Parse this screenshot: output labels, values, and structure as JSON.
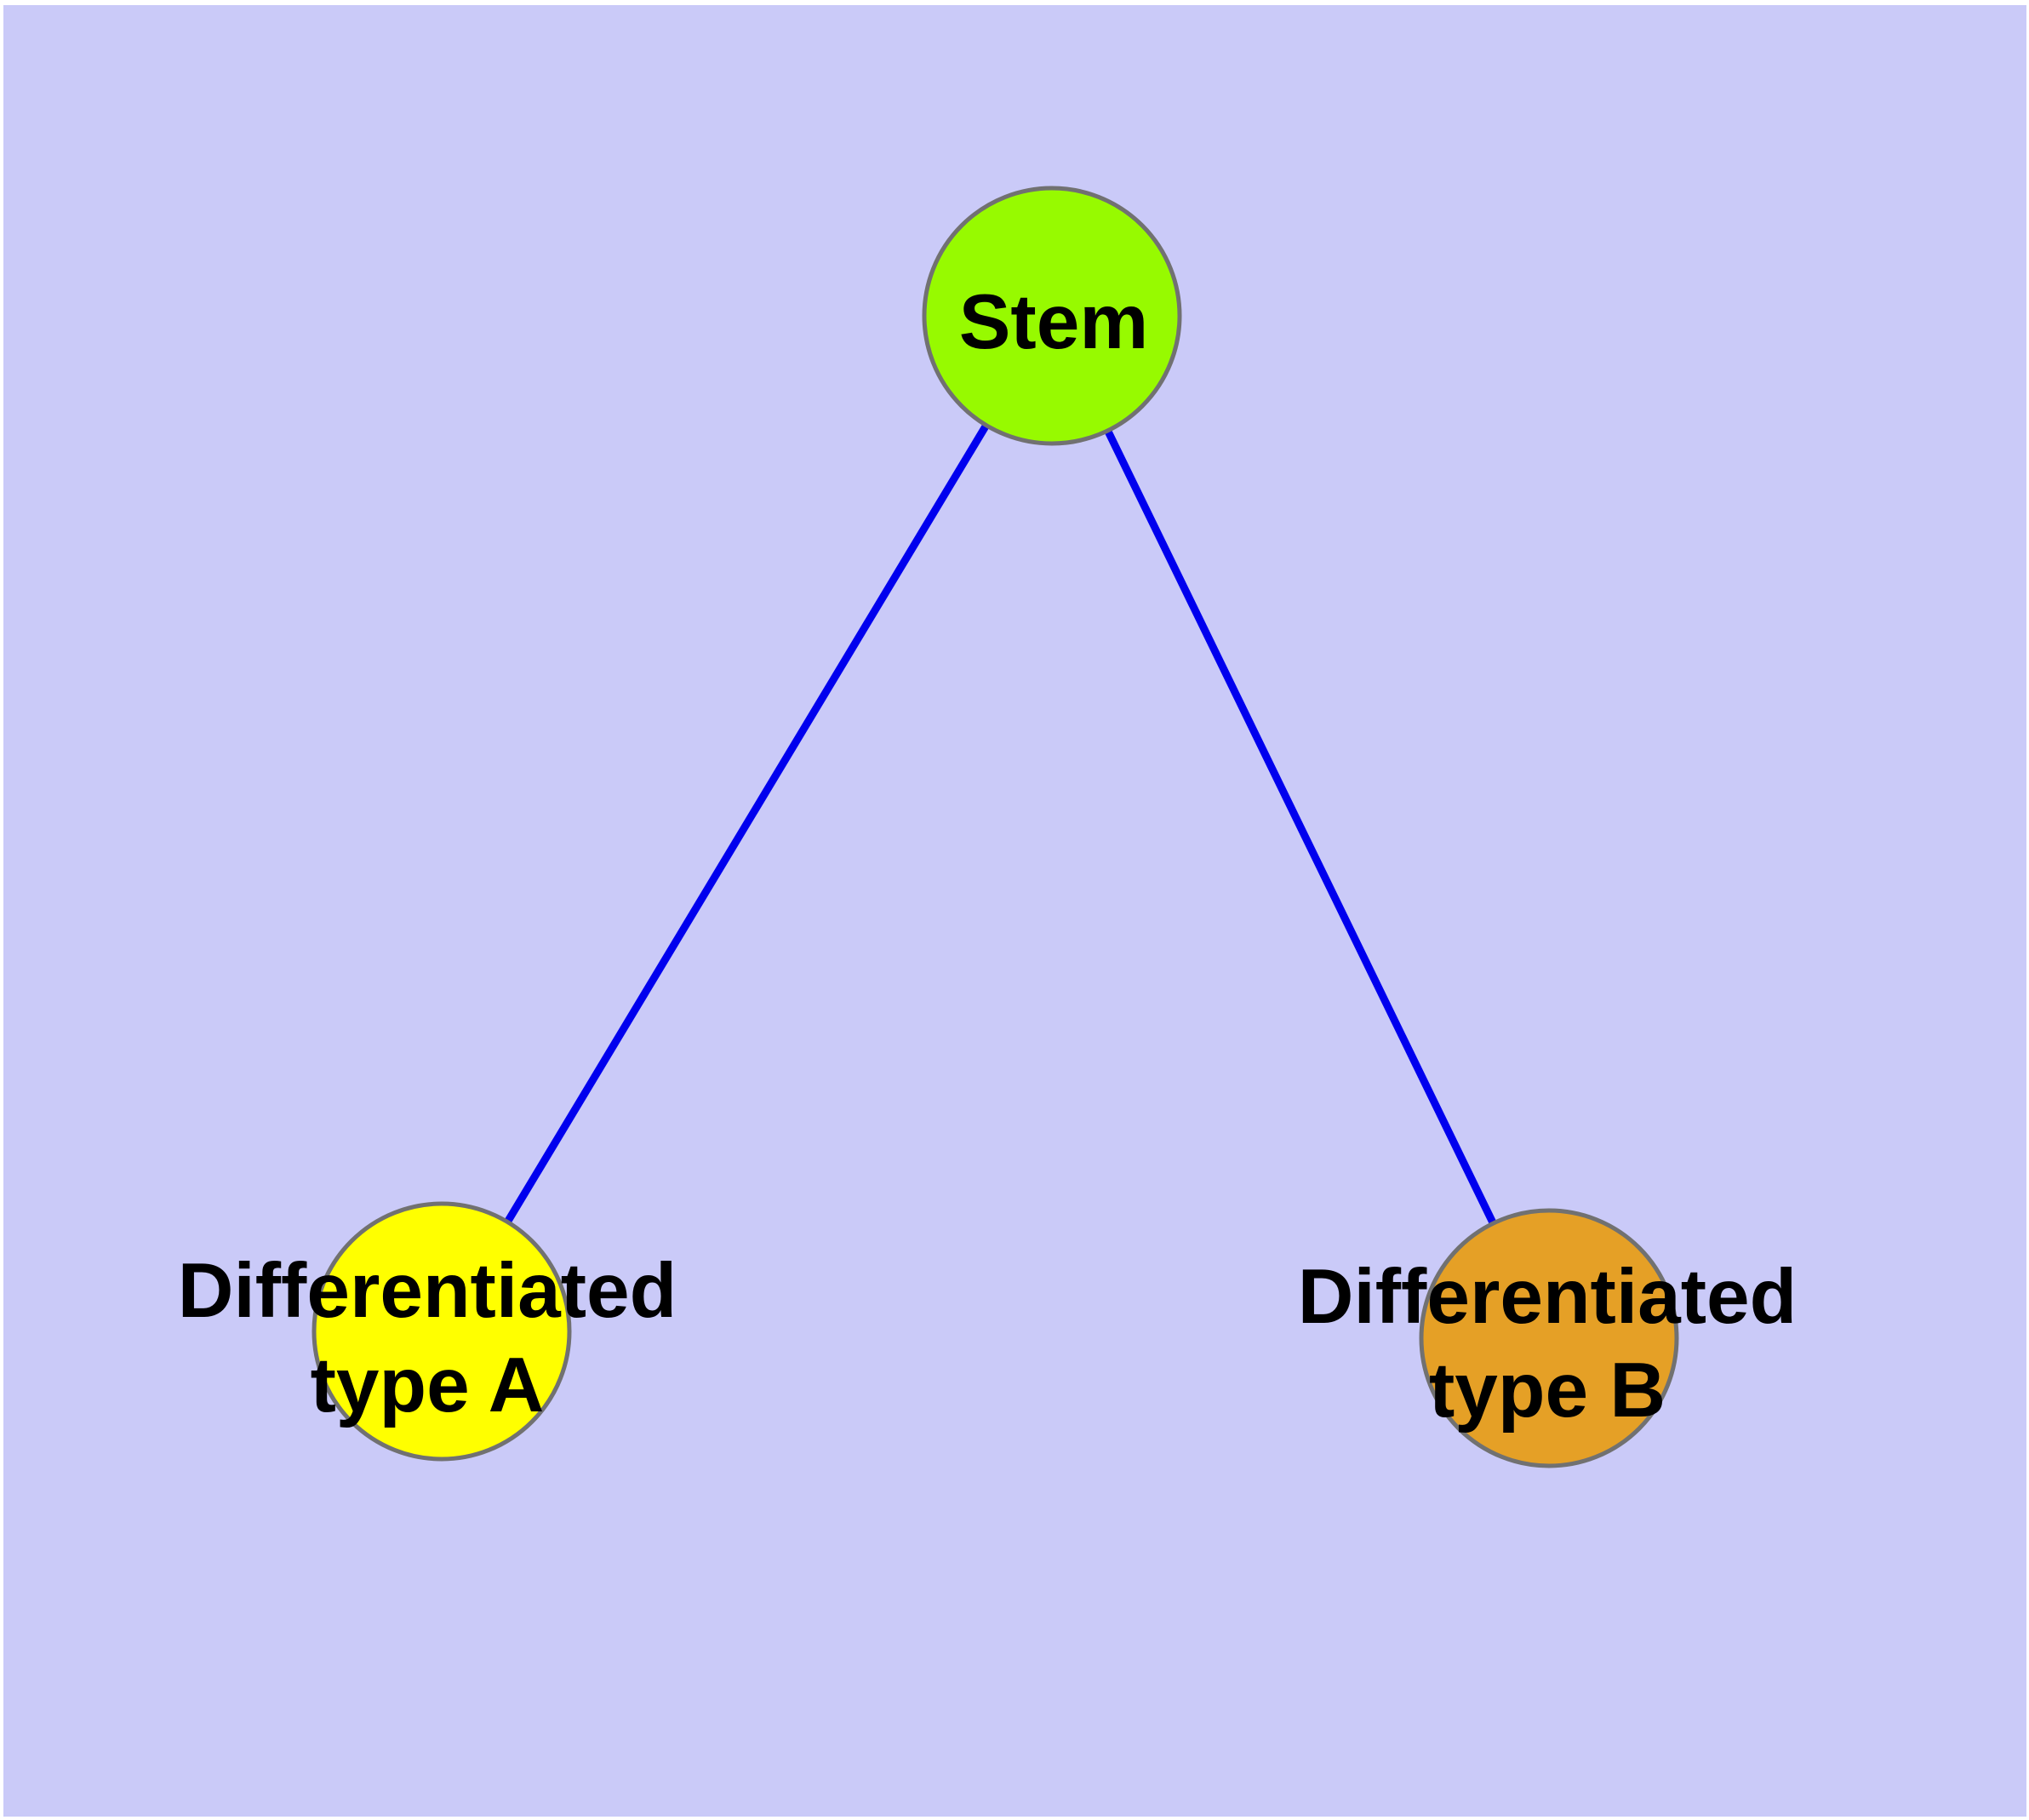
{
  "diagram": {
    "background_color": "#cacaf8",
    "page_color": "#ffffff",
    "edge_color": "#0000ee",
    "node_border_color": "#717171",
    "text_color": "#000000",
    "edges": [
      {
        "name": "stem-to-type-a",
        "from": "Stem",
        "to": "Differentiated type A"
      },
      {
        "name": "stem-to-type-b",
        "from": "Stem",
        "to": "Differentiated type B"
      }
    ],
    "nodes": [
      {
        "name": "stem",
        "line1": "Stem",
        "line2": "",
        "fill": "#97fa00"
      },
      {
        "name": "differentiated-type-a",
        "line1": "Differentiated",
        "line2": "type A",
        "fill": "#ffff00"
      },
      {
        "name": "differentiated-type-b",
        "line1": "Differentiated",
        "line2": "type B",
        "fill": "#e5a026"
      }
    ]
  }
}
